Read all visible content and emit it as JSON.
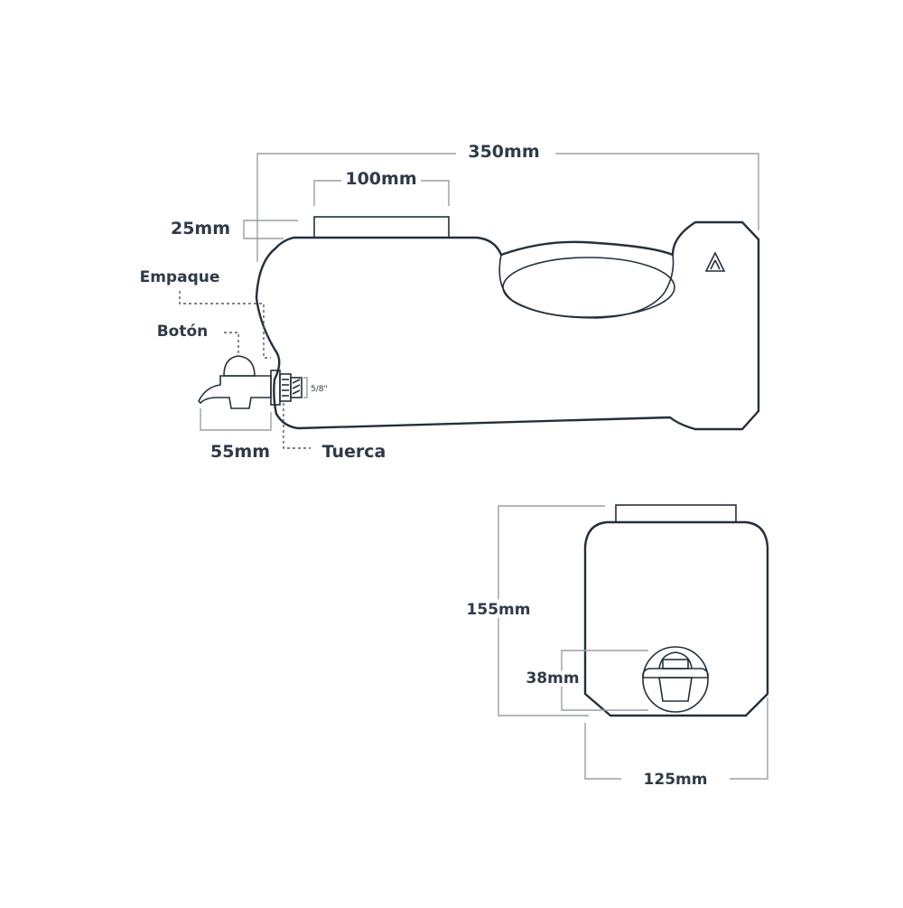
{
  "side_view": {
    "overall_length": "350mm",
    "cap_width": "100mm",
    "cap_height": "25mm",
    "gasket_label": "Empaque",
    "button_label": "Botón",
    "nut_label": "Tuerca",
    "tap_length": "55mm",
    "thread_size": "5/8\""
  },
  "front_view": {
    "height": "155mm",
    "tap_height": "38mm",
    "width": "125mm"
  },
  "colors": {
    "outline": "#23303d",
    "dimension_line": "#9a9fa6",
    "text": "#2e3a47"
  }
}
